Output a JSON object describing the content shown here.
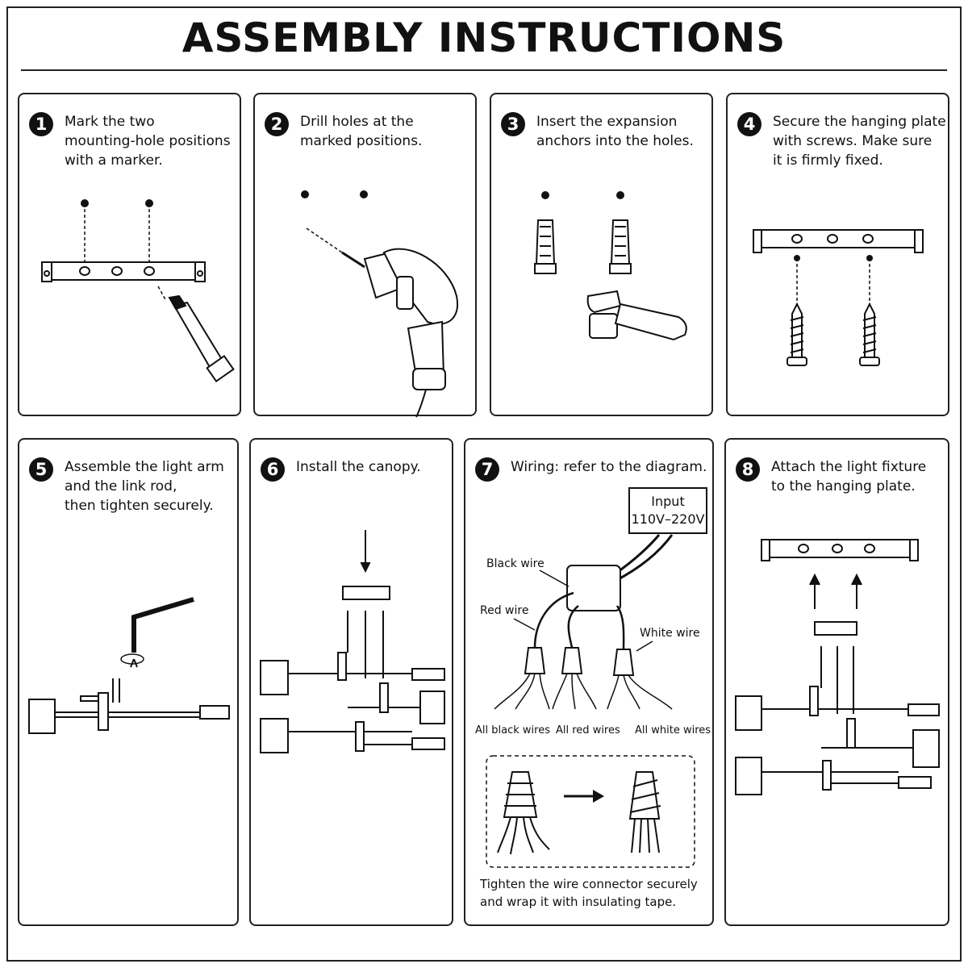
{
  "title": "ASSEMBLY INSTRUCTIONS",
  "steps": [
    {
      "number": "1",
      "text": "Mark the two\nmounting-hole positions\nwith a marker."
    },
    {
      "number": "2",
      "text": "Drill holes at the\nmarked positions."
    },
    {
      "number": "3",
      "text": "Insert the expansion\nanchors into the holes."
    },
    {
      "number": "4",
      "text": "Secure the hanging plate\nwith screws. Make sure\nit is firmly fixed."
    },
    {
      "number": "5",
      "text": "Assemble the light arm\nand the link rod,\nthen tighten securely."
    },
    {
      "number": "6",
      "text": "Install the canopy."
    },
    {
      "number": "7",
      "text": "Wiring: refer to the diagram."
    },
    {
      "number": "8",
      "text": "Attach the light fixture\nto the hanging plate."
    }
  ],
  "wiring": {
    "input_label": "Input",
    "input_voltage": "110V–220V",
    "black_wire": "Black wire",
    "red_wire": "Red wire",
    "white_wire": "White wire",
    "all_black": "All black wires",
    "all_red": "All red wires",
    "all_white": "All white wires",
    "connector_note": "Tighten the wire connector securely\nand wrap it with insulating tape."
  }
}
